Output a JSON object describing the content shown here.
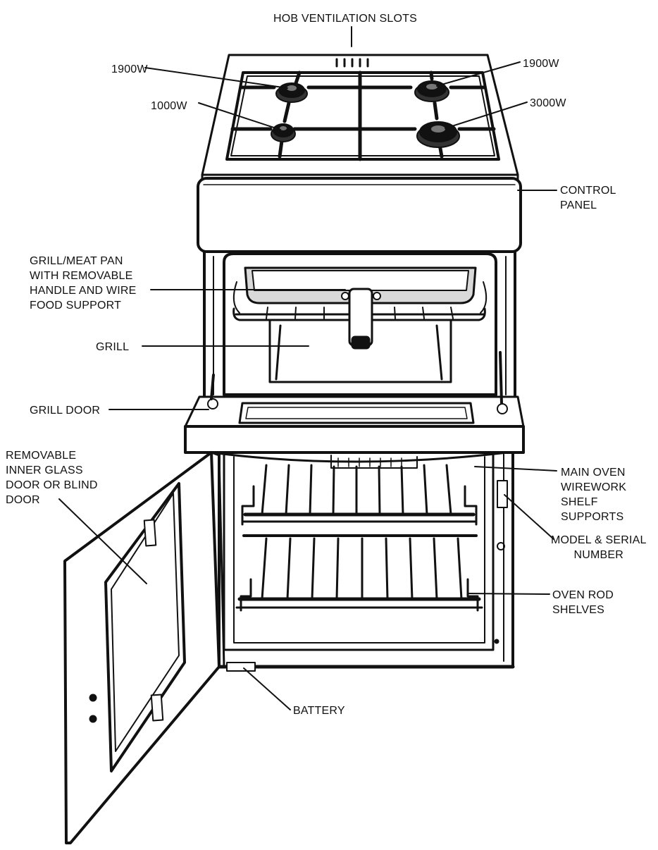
{
  "labels": {
    "hob_ventilation": "HOB VENTILATION SLOTS",
    "burner_rear_left": "1900W",
    "burner_rear_right": "1900W",
    "burner_front_left": "1000W",
    "burner_front_right": "3000W",
    "control_panel": [
      "CONTROL",
      "PANEL"
    ],
    "grill_meat_pan": [
      "GRILL/MEAT PAN",
      "WITH REMOVABLE",
      "HANDLE AND WIRE",
      "FOOD SUPPORT"
    ],
    "grill": "GRILL",
    "grill_door": "GRILL DOOR",
    "inner_glass_door": [
      "REMOVABLE",
      "INNER GLASS",
      "DOOR OR BLIND",
      "DOOR"
    ],
    "main_oven_supports": [
      "MAIN OVEN",
      "WIREWORK",
      "SHELF",
      "SUPPORTS"
    ],
    "model_serial": [
      "MODEL & SERIAL",
      "NUMBER"
    ],
    "oven_rod_shelves": [
      "OVEN ROD",
      "SHELVES"
    ],
    "battery": "BATTERY"
  },
  "colors": {
    "line": "#111111",
    "fill": "#ffffff",
    "shade": "#d9d9d9",
    "dark": "#333333"
  }
}
